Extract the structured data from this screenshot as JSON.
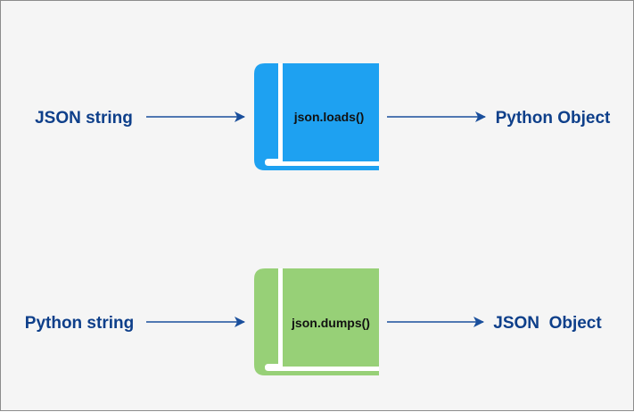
{
  "colors": {
    "label": "#0e3f8a",
    "arrow": "#1a4f9c",
    "book_blue": "#1ea1f1",
    "book_green": "#97d077",
    "page": "#ffffff",
    "background": "#f5f5f5",
    "book_text": "#111111"
  },
  "rows": [
    {
      "input_label": "JSON string",
      "function_label": "json.loads()",
      "output_label": "Python Object",
      "book_color": "blue"
    },
    {
      "input_label": "Python string",
      "function_label": "json.dumps()",
      "output_label": "JSON  Object",
      "book_color": "green"
    }
  ]
}
